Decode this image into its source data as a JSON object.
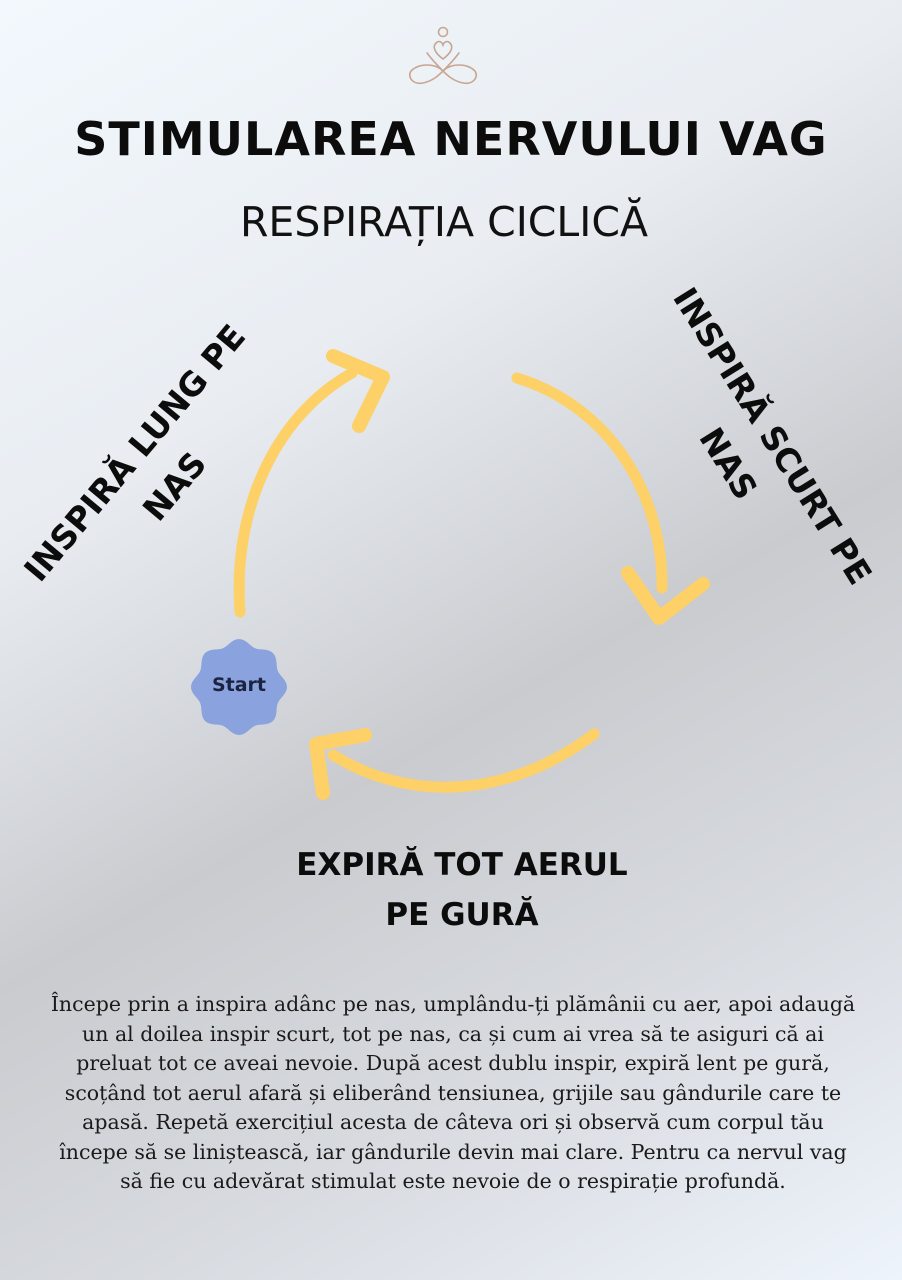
{
  "header": {
    "logo_icon": "meditation-heart-infinity-icon",
    "title": "STIMULAREA NERVULUI VAG",
    "subtitle": "RESPIRAȚIA CICLICĂ"
  },
  "cycle": {
    "arrow_color": "#fdd068",
    "start_color": "#8aa2dd",
    "start_label": "Start",
    "step1": "INSPIRĂ LUNG PE\nNAS",
    "step2": "INSPIRĂ SCURT PE\nNAS",
    "step3": "EXPIRĂ TOT AERUL\nPE GURĂ"
  },
  "description": "Începe prin a inspira adânc pe nas, umplându-ți plămânii cu aer, apoi adaugă un al doilea inspir scurt, tot pe nas, ca și cum ai vrea să te asiguri că ai preluat tot ce aveai nevoie. După acest dublu inspir, expiră lent pe gură, scoțând tot aerul afară și eliberând tensiunea, grijile sau gândurile care te apasă. Repetă exercițiul acesta de câteva ori și observă cum corpul tău începe să se liniștească, iar gândurile devin mai clare. Pentru ca nervul vag să fie cu adevărat stimulat este nevoie de o respirație profundă."
}
